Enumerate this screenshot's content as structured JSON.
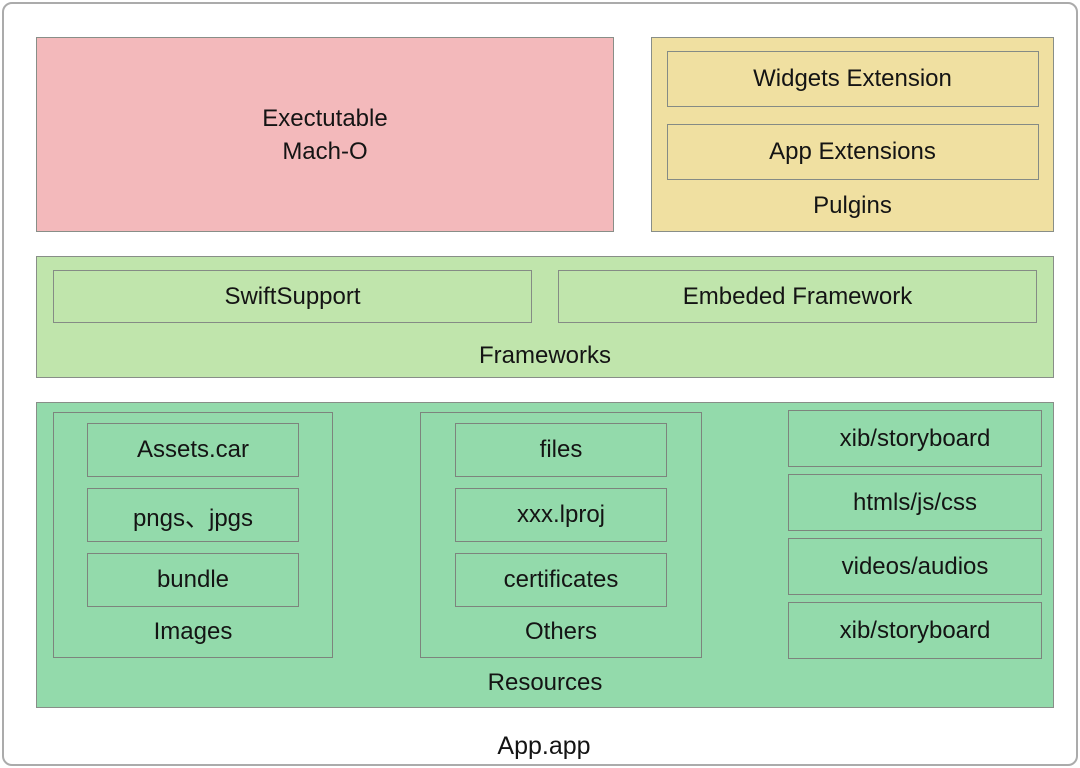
{
  "title": "App.app",
  "colors": {
    "executable_bg": "#f3b9bb",
    "plugins_bg": "#f0e0a1",
    "frameworks_bg": "#c0e5ac",
    "resources_bg": "#93daab",
    "box_border": "#888e88",
    "outer_border": "#ababab"
  },
  "executable": {
    "line1": "Exectutable",
    "line2": "Mach-O"
  },
  "plugins": {
    "label": "Pulgins",
    "items": [
      "Widgets Extension",
      "App Extensions"
    ]
  },
  "frameworks": {
    "label": "Frameworks",
    "items": [
      "SwiftSupport",
      "Embeded Framework"
    ]
  },
  "resources": {
    "label": "Resources",
    "groups": [
      {
        "label": "Images",
        "items": [
          "Assets.car",
          "pngs、jpgs",
          "bundle"
        ]
      },
      {
        "label": "Others",
        "items": [
          "files",
          "xxx.lproj",
          "certificates"
        ]
      }
    ],
    "items": [
      "xib/storyboard",
      "htmls/js/css",
      "videos/audios",
      "xib/storyboard"
    ]
  }
}
